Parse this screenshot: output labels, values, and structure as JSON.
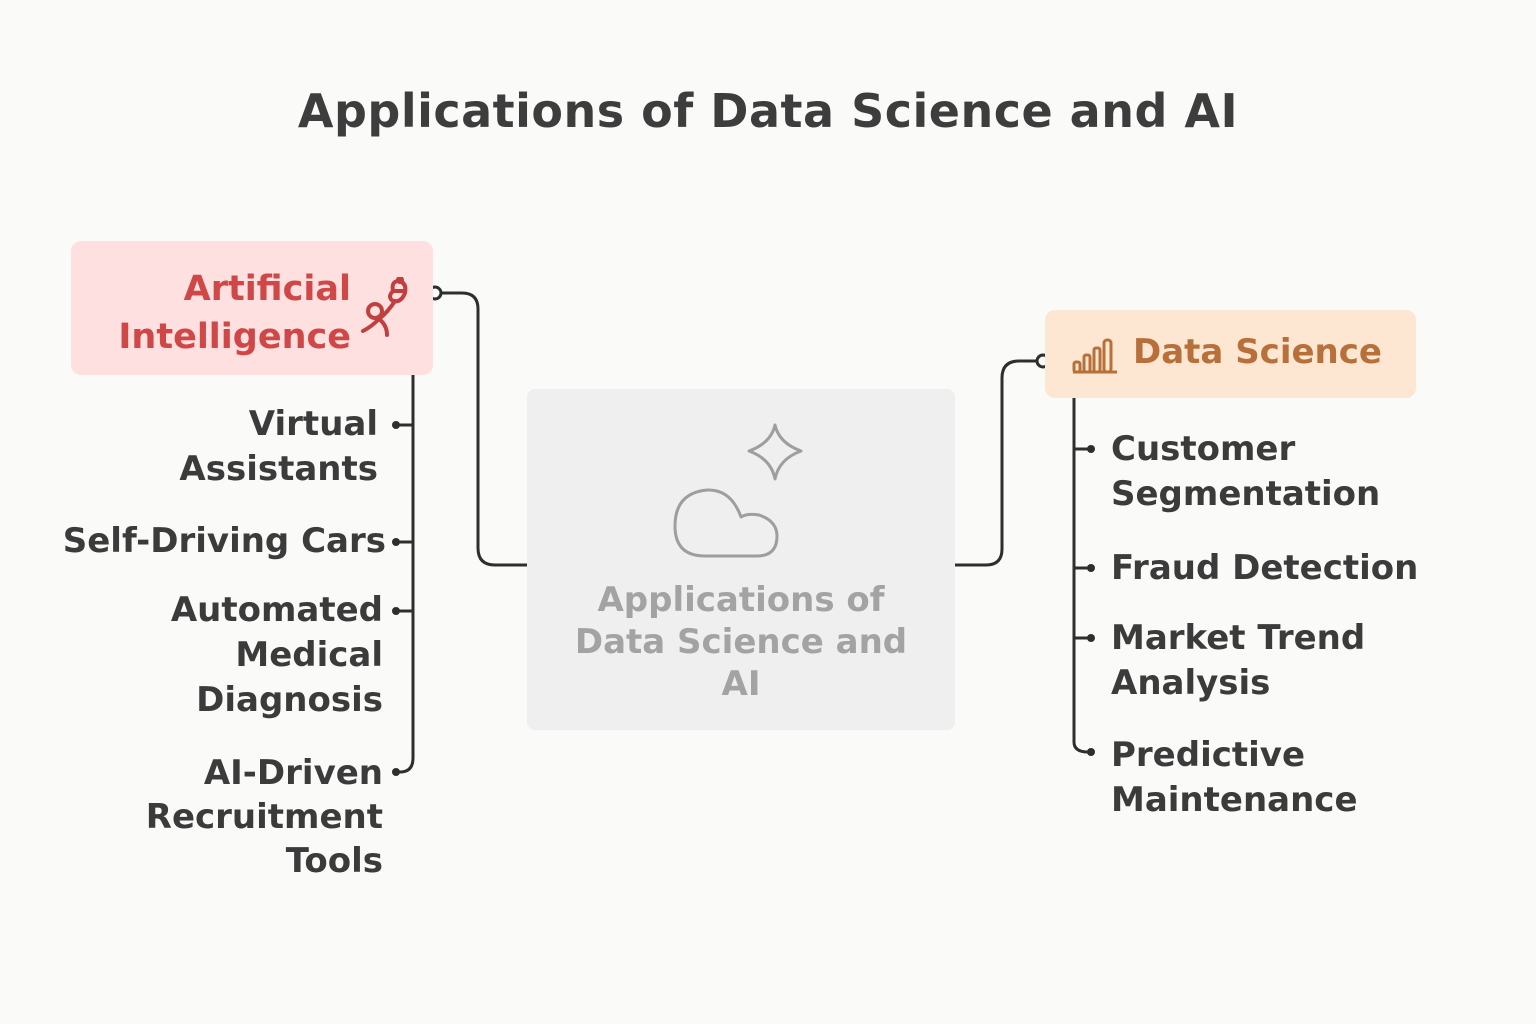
{
  "title": "Applications of Data Science and AI",
  "center": {
    "label": "Applications of Data Science and AI",
    "label_lines": [
      "Applications of",
      "Data Science and",
      "AI"
    ],
    "icon": "cloud-sparkle-icon"
  },
  "branches": {
    "ai": {
      "label_lines": [
        "Artificial",
        "Intelligence"
      ],
      "icon": "robot-arm-icon",
      "color": "#cf4746",
      "background": "#fde0df",
      "items": [
        {
          "lines": [
            "Virtual",
            "Assistants"
          ]
        },
        {
          "lines": [
            "Self-Driving Cars"
          ]
        },
        {
          "lines": [
            "Automated",
            "Medical",
            "Diagnosis"
          ]
        },
        {
          "lines": [
            "AI-Driven",
            "Recruitment",
            "Tools"
          ]
        }
      ]
    },
    "ds": {
      "label": "Data Science",
      "icon": "bar-chart-icon",
      "color": "#b8703a",
      "background": "#fde7d3",
      "items": [
        {
          "lines": [
            "Customer",
            "Segmentation"
          ]
        },
        {
          "lines": [
            "Fraud Detection"
          ]
        },
        {
          "lines": [
            "Market Trend",
            "Analysis"
          ]
        },
        {
          "lines": [
            "Predictive",
            "Maintenance"
          ]
        }
      ]
    }
  },
  "colors": {
    "background": "#fafaf8",
    "line": "#2e2e2e",
    "text": "#3b3b3b",
    "center_bg": "#efefef",
    "center_text": "#a3a3a3"
  }
}
